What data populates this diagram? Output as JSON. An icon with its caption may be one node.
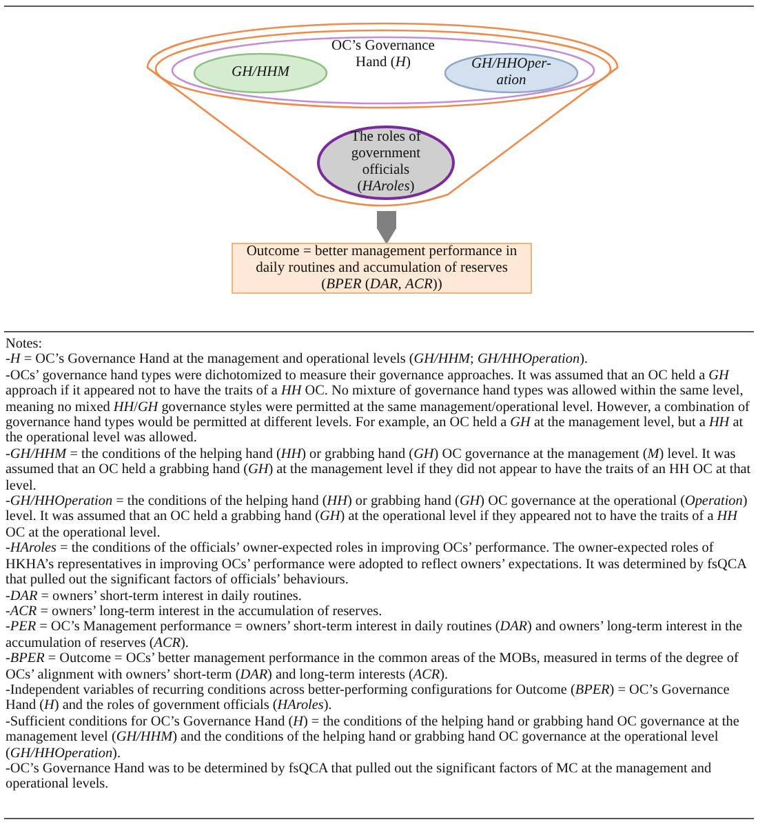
{
  "diagram": {
    "nodes": [
      {
        "text": [],
        "shape": "funnel"
      },
      {
        "text": [
          "OC’s Governance Hand (*H*)"
        ],
        "in": 0
      },
      {
        "text": [
          "GH/HHM"
        ],
        "in": 1
      },
      {
        "text": [
          "GH/HHOper-ation"
        ],
        "in": 1
      },
      {
        "text": [
          "The roles of government officials (*HAroles*)"
        ],
        "in": 0
      },
      {
        "text": [
          "Outcome = better management performance in daily routines and accumulation of reserves (*BPER* (*DAR*, *ACR*))"
        ]
      }
    ],
    "edges": [
      {
        "from": 0,
        "to": 5,
        "arrow": "to"
      }
    ],
    "labels": [
      "Notes:",
      "-*H* = OC’s Governance Hand at the management and operational levels (*GH/HHM*; *GH/HHOperation*).",
      "-OCs’ governance hand types were dichotomized to measure their governance approaches. It was assumed that an OC held a *GH* approach if it appeared not to have the traits of a *HH* OC. No mixture of governance hand types was allowed within the same level, meaning no mixed *HH*/*GH* governance styles were permitted at the same management/operational level. However, a combination of governance hand types would be permitted at different levels. For example, an OC held a *GH* at the management level, but a *HH* at the operational level was allowed.",
      "-*GH/HHM* = the conditions of the helping hand (*HH*) or grabbing hand (*GH*) OC governance at the management (*M*) level. It was assumed that an OC held a grabbing hand (*GH*) at the management level if they did not appear to have the traits of an HH OC at that level.",
      "-*GH/HHOperation* = the conditions of the helping hand (*HH*) or grabbing hand (*GH*) OC governance at the operational (*Operation*) level. It was assumed that an OC held a grabbing hand (*GH*) at the operational level if they appeared not to have the traits of a *HH* OC at the operational level.",
      "-*HAroles* = the conditions of the officials’ owner-expected roles in improving OCs’ performance. The owner-expected roles of HKHA’s representatives in improving OCs’ performance were adopted to reflect owners’ expectations. It was determined by fsQCA that pulled out the significant factors of officials’ behaviours.",
      "-*DAR* = owners’ short-term interest in daily routines.",
      "-*ACR* = owners’ long-term interest in the accumulation of reserves.",
      "-*PER* = OC’s Management performance = owners’ short-term interest in daily routines (*DAR*) and owners’ long-term interest in the accumulation of reserves (*ACR*).",
      "-*BPER* = Outcome = OCs’ better management performance in the common areas of the MOBs, measured in terms of the degree of OCs’ alignment with owners’ short-term (*DAR*) and long-term interests (*ACR*).",
      "-Independent variables of recurring conditions across better-performing configurations for Outcome (*BPER*) = OC’s Governance Hand (*H*) and the roles of government officials (*HAroles*).",
      "-Sufficient conditions for OC’s Governance Hand (*H*) = the conditions of the helping hand or grabbing hand OC governance at the management level (*GH/HHM*) and the conditions of the helping hand or grabbing hand OC governance at the operational level (*GH/HHOperation*).",
      "-OC’s Governance Hand was to be determined by fsQCA that pulled out the significant factors of MC at the management and operational levels."
    ]
  }
}
